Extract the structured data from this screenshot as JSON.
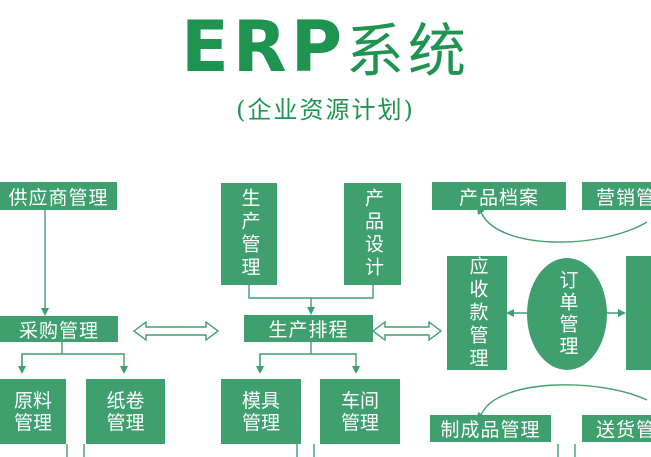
{
  "title": {
    "en": "ERP",
    "zh": "系统"
  },
  "subtitle": "(企业资源计划)",
  "nodes": {
    "supplier": "供应商管理",
    "purchase": "采购管理",
    "raw_material": "原料\n管理",
    "paper_roll": "纸卷\n管理",
    "production": "生产管理",
    "product_design": "产品设计",
    "scheduling": "生产排程",
    "mold": "模具\n管理",
    "workshop": "车间\n管理",
    "product_archive": "产品档案",
    "marketing": "营销管",
    "receivables": "应收款管理",
    "order": "订单管理",
    "finished_goods": "制成品管理",
    "delivery": "送货管"
  },
  "colors": {
    "green_title": "#1f9350",
    "box_fill": "#3f9f6f",
    "line": "#3f9f6f"
  }
}
